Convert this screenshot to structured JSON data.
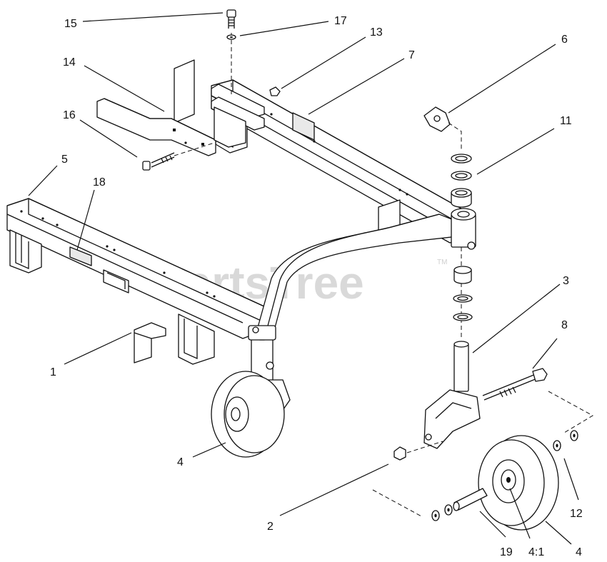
{
  "watermark": {
    "text": "PartsTree",
    "tm": "TM"
  },
  "callouts": [
    {
      "id": "c15",
      "text": "15"
    },
    {
      "id": "c17",
      "text": "17"
    },
    {
      "id": "c13",
      "text": "13"
    },
    {
      "id": "c7",
      "text": "7"
    },
    {
      "id": "c6",
      "text": "6"
    },
    {
      "id": "c14",
      "text": "14"
    },
    {
      "id": "c16",
      "text": "16"
    },
    {
      "id": "c11",
      "text": "11"
    },
    {
      "id": "c5",
      "text": "5"
    },
    {
      "id": "c18",
      "text": "18"
    },
    {
      "id": "c3",
      "text": "3"
    },
    {
      "id": "c8",
      "text": "8"
    },
    {
      "id": "c1",
      "text": "1"
    },
    {
      "id": "c4a",
      "text": "4"
    },
    {
      "id": "c2",
      "text": "2"
    },
    {
      "id": "c12",
      "text": "12"
    },
    {
      "id": "c19",
      "text": "19"
    },
    {
      "id": "c41",
      "text": "4:1"
    },
    {
      "id": "c4b",
      "text": "4"
    }
  ],
  "colors": {
    "ink": "#111111",
    "watermark": "#d9d9d9",
    "background": "#ffffff"
  }
}
